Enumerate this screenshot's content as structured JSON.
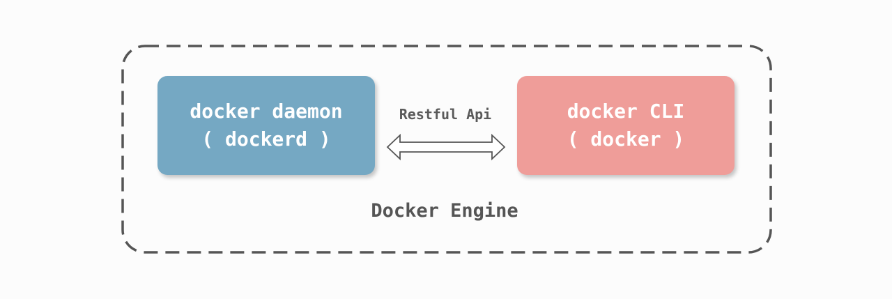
{
  "engine": {
    "label": "Docker Engine",
    "border_color": "#555555"
  },
  "daemon_box": {
    "line1": "docker daemon",
    "line2": "( dockerd )",
    "color": "#75a8c3"
  },
  "cli_box": {
    "line1": "docker CLI",
    "line2": "( docker )",
    "color": "#ef9d99"
  },
  "connection": {
    "label": "Restful Api",
    "icon": "double-arrow-icon"
  }
}
